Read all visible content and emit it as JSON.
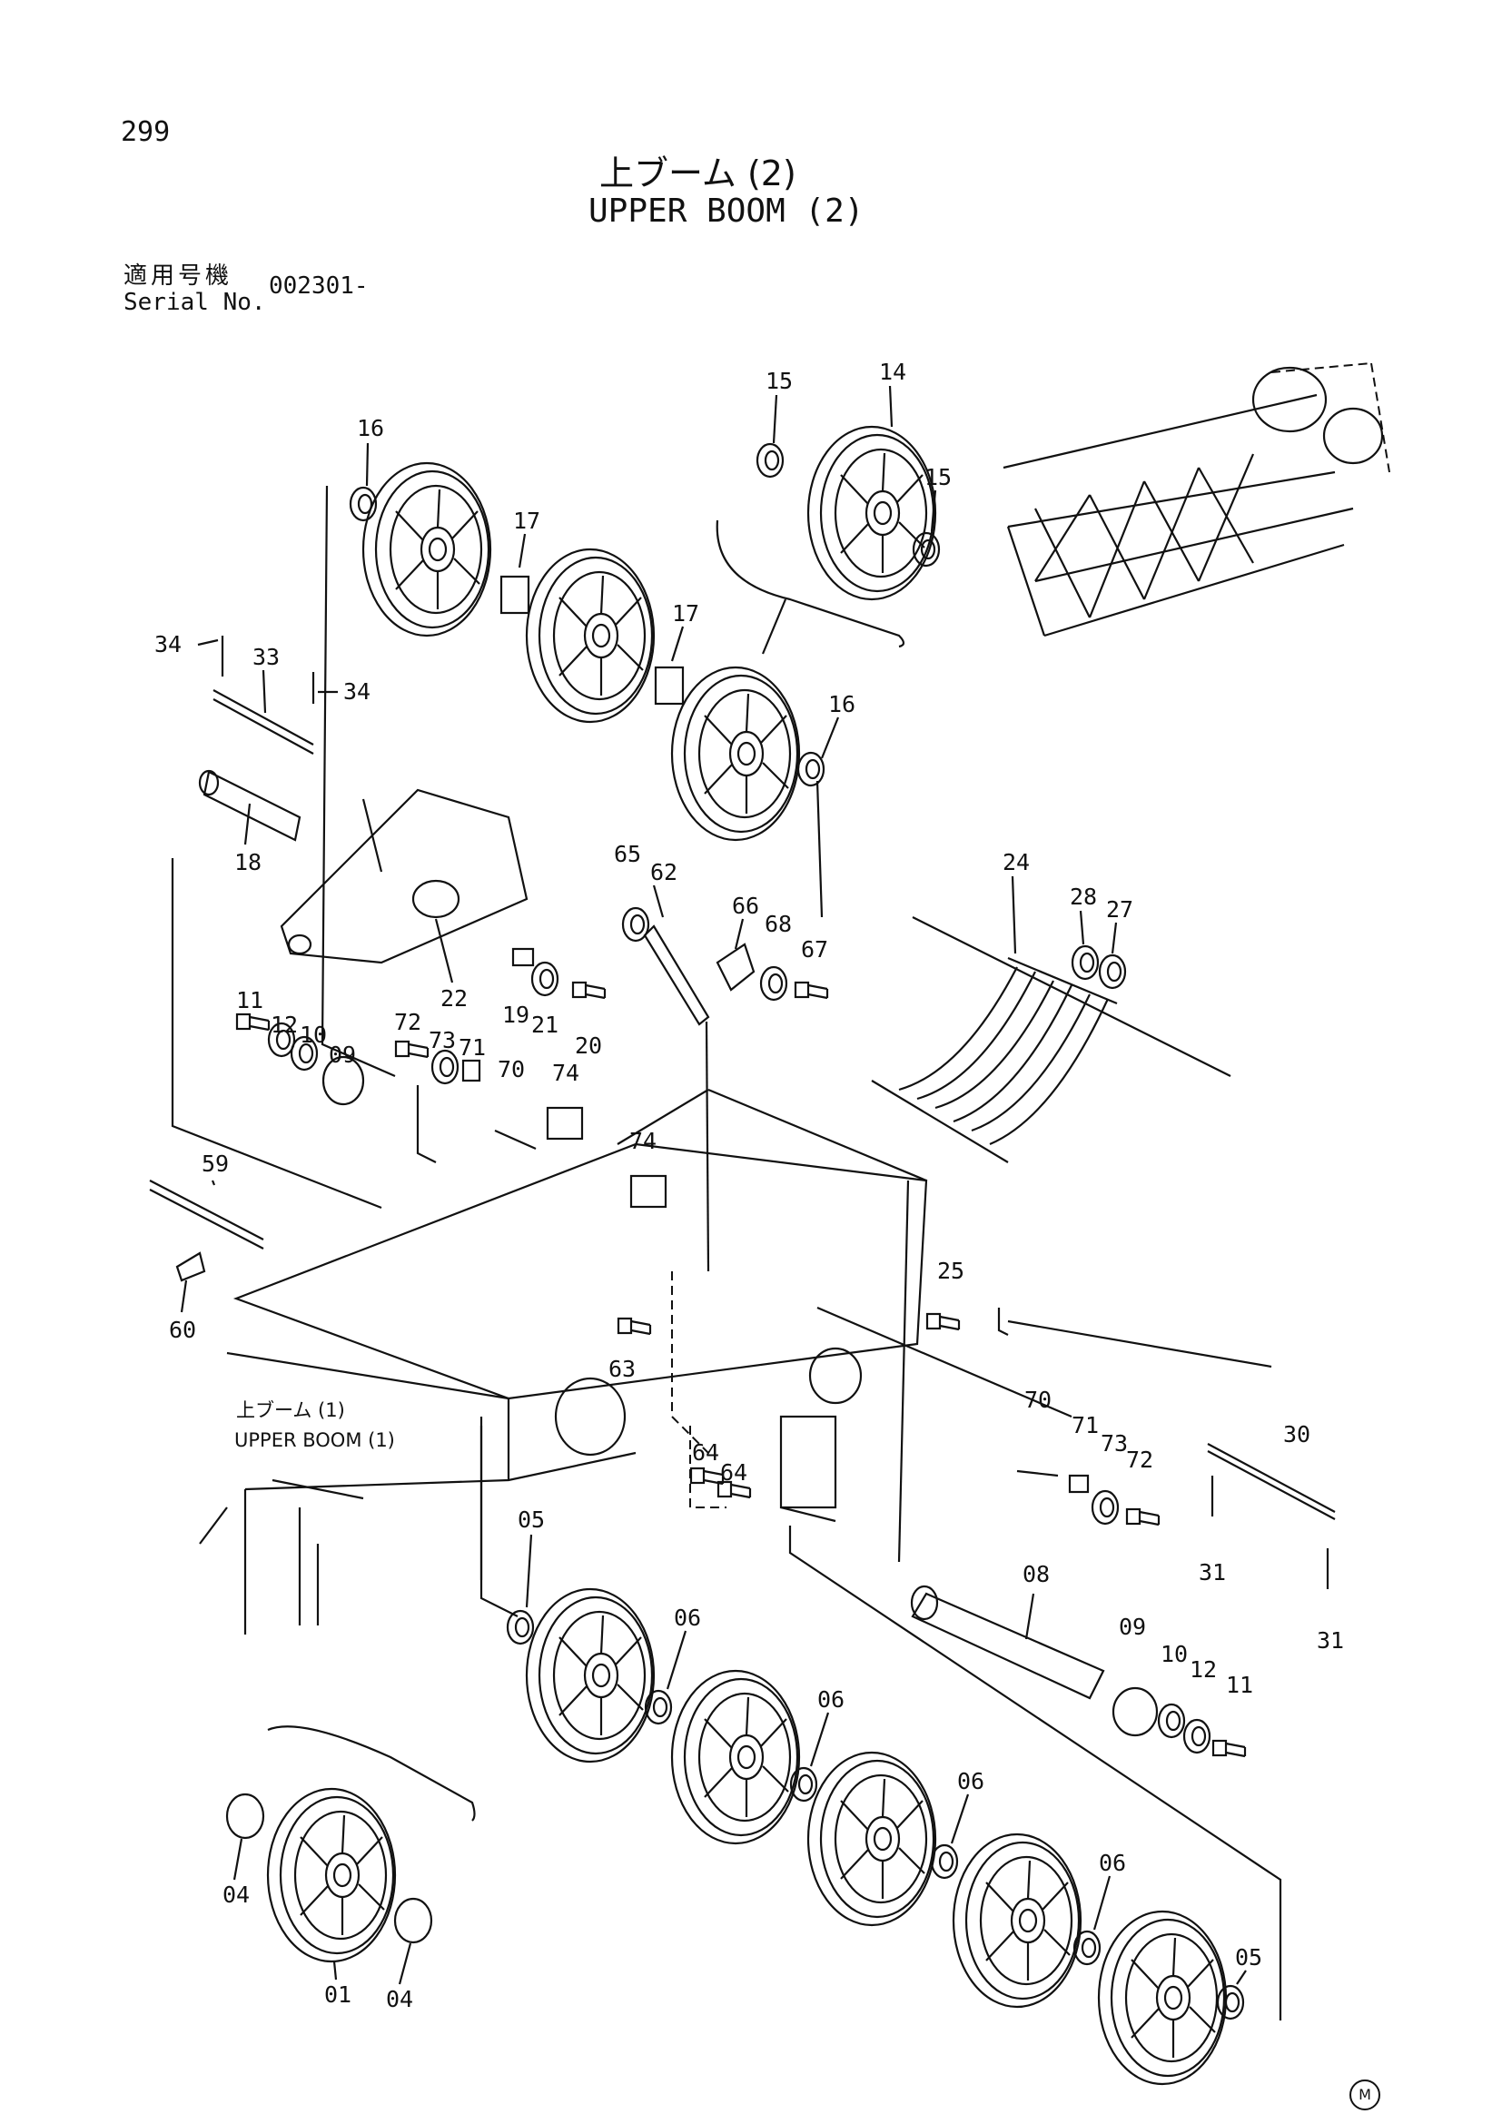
{
  "page": {
    "number": "299",
    "title_jp": "上ブーム (2)",
    "title_en": "UPPER BOOM (2)",
    "serial_label_jp": "適用号機",
    "serial_label_en": "Serial No.",
    "serial_value": "002301-",
    "copyright_mark": "M"
  },
  "reference_labels": {
    "upper_boom_1_jp": "上ブーム (1)",
    "upper_boom_1_en": "UPPER BOOM (1)"
  },
  "part_callouts": [
    {
      "id": "sheave-14",
      "label": "14"
    },
    {
      "id": "bushing-15a",
      "label": "15"
    },
    {
      "id": "bushing-15b",
      "label": "15"
    },
    {
      "id": "bushing-16a",
      "label": "16"
    },
    {
      "id": "bushing-16b",
      "label": "16"
    },
    {
      "id": "spacer-17a",
      "label": "17"
    },
    {
      "id": "spacer-17b",
      "label": "17"
    },
    {
      "id": "cotter-34a",
      "label": "34"
    },
    {
      "id": "cotter-34b",
      "label": "34"
    },
    {
      "id": "pin-33",
      "label": "33"
    },
    {
      "id": "pin-18",
      "label": "18"
    },
    {
      "id": "bracket-22",
      "label": "22"
    },
    {
      "id": "plate-19",
      "label": "19"
    },
    {
      "id": "washer-21",
      "label": "21"
    },
    {
      "id": "bolt-20",
      "label": "20"
    },
    {
      "id": "washer-65",
      "label": "65"
    },
    {
      "id": "damper-62",
      "label": "62"
    },
    {
      "id": "bracket-66",
      "label": "66"
    },
    {
      "id": "washer-68",
      "label": "68"
    },
    {
      "id": "bolt-67",
      "label": "67"
    },
    {
      "id": "guard-24",
      "label": "24"
    },
    {
      "id": "nut-28",
      "label": "28"
    },
    {
      "id": "washer-27",
      "label": "27"
    },
    {
      "id": "bolt-11a",
      "label": "11"
    },
    {
      "id": "washer-12a",
      "label": "12"
    },
    {
      "id": "plate-10a",
      "label": "10"
    },
    {
      "id": "collar-09a",
      "label": "09"
    },
    {
      "id": "bolt-72a",
      "label": "72"
    },
    {
      "id": "washer-73a",
      "label": "73"
    },
    {
      "id": "plate-71a",
      "label": "71"
    },
    {
      "id": "pin-70a",
      "label": "70"
    },
    {
      "id": "collar-74a",
      "label": "74"
    },
    {
      "id": "collar-74b",
      "label": "74"
    },
    {
      "id": "pin-59",
      "label": "59"
    },
    {
      "id": "clip-60",
      "label": "60"
    },
    {
      "id": "bolt-25",
      "label": "25"
    },
    {
      "id": "bolt-63",
      "label": "63"
    },
    {
      "id": "pin-70b",
      "label": "70"
    },
    {
      "id": "plate-71b",
      "label": "71"
    },
    {
      "id": "washer-73b",
      "label": "73"
    },
    {
      "id": "bolt-72b",
      "label": "72"
    },
    {
      "id": "pin-30",
      "label": "30"
    },
    {
      "id": "cotter-31a",
      "label": "31"
    },
    {
      "id": "cotter-31b",
      "label": "31"
    },
    {
      "id": "nut-64a",
      "label": "64"
    },
    {
      "id": "nut-64b",
      "label": "64"
    },
    {
      "id": "bushing-05a",
      "label": "05"
    },
    {
      "id": "bushing-05b",
      "label": "05"
    },
    {
      "id": "spacer-06a",
      "label": "06"
    },
    {
      "id": "spacer-06b",
      "label": "06"
    },
    {
      "id": "spacer-06c",
      "label": "06"
    },
    {
      "id": "spacer-06d",
      "label": "06"
    },
    {
      "id": "shaft-08",
      "label": "08"
    },
    {
      "id": "collar-09b",
      "label": "09"
    },
    {
      "id": "plate-10b",
      "label": "10"
    },
    {
      "id": "washer-12b",
      "label": "12"
    },
    {
      "id": "bolt-11b",
      "label": "11"
    },
    {
      "id": "bearing-04a",
      "label": "04"
    },
    {
      "id": "bearing-04b",
      "label": "04"
    },
    {
      "id": "sheave-01",
      "label": "01"
    }
  ]
}
